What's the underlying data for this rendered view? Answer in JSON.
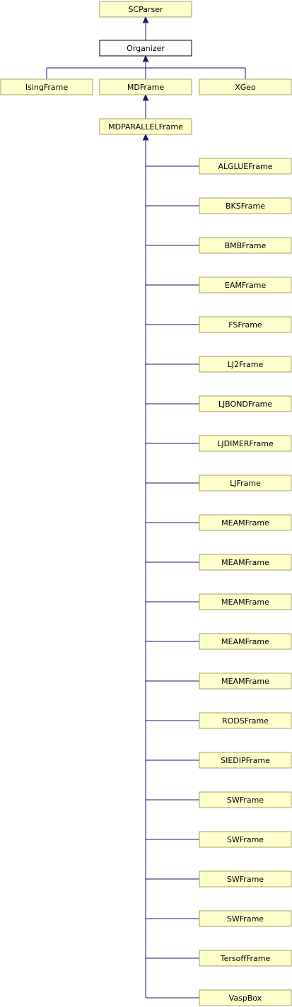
{
  "diagram": {
    "root": {
      "id": "scparser",
      "label": "SCParser"
    },
    "current": {
      "id": "organizer",
      "label": "Organizer"
    },
    "level2": [
      {
        "id": "isingframe",
        "label": "IsingFrame"
      },
      {
        "id": "mdframe",
        "label": "MDFrame"
      },
      {
        "id": "xgeo",
        "label": "XGeo"
      }
    ],
    "parallel": {
      "id": "mdparallelframe",
      "label": "MDPARALLELFrame"
    },
    "children": [
      {
        "id": "alglueframe",
        "label": "ALGLUEFrame"
      },
      {
        "id": "bksframe",
        "label": "BKSFrame"
      },
      {
        "id": "bmbframe",
        "label": "BMBFrame"
      },
      {
        "id": "eamframe",
        "label": "EAMFrame"
      },
      {
        "id": "fsframe",
        "label": "FSFrame"
      },
      {
        "id": "lj2frame",
        "label": "LJ2Frame"
      },
      {
        "id": "ljbondframe",
        "label": "LJBONDFrame"
      },
      {
        "id": "ljdimerframe",
        "label": "LJDIMERFrame"
      },
      {
        "id": "ljframe",
        "label": "LJFrame"
      },
      {
        "id": "meamframe-1",
        "label": "MEAMFrame"
      },
      {
        "id": "meamframe-2",
        "label": "MEAMFrame"
      },
      {
        "id": "meamframe-3",
        "label": "MEAMFrame"
      },
      {
        "id": "meamframe-4",
        "label": "MEAMFrame"
      },
      {
        "id": "meamframe-5",
        "label": "MEAMFrame"
      },
      {
        "id": "rodsframe",
        "label": "RODSFrame"
      },
      {
        "id": "siedipframe",
        "label": "SIEDIPFrame"
      },
      {
        "id": "swframe-1",
        "label": "SWFrame"
      },
      {
        "id": "swframe-2",
        "label": "SWFrame"
      },
      {
        "id": "swframe-3",
        "label": "SWFrame"
      },
      {
        "id": "swframe-4",
        "label": "SWFrame"
      },
      {
        "id": "tersoffframe",
        "label": "TersoffFrame"
      },
      {
        "id": "vaspbox",
        "label": "VaspBox"
      }
    ],
    "colors": {
      "node_fill": "#ffffcc",
      "node_border": "#a0a060",
      "current_fill": "#ffffff",
      "edge": "#1a1a6e"
    }
  }
}
